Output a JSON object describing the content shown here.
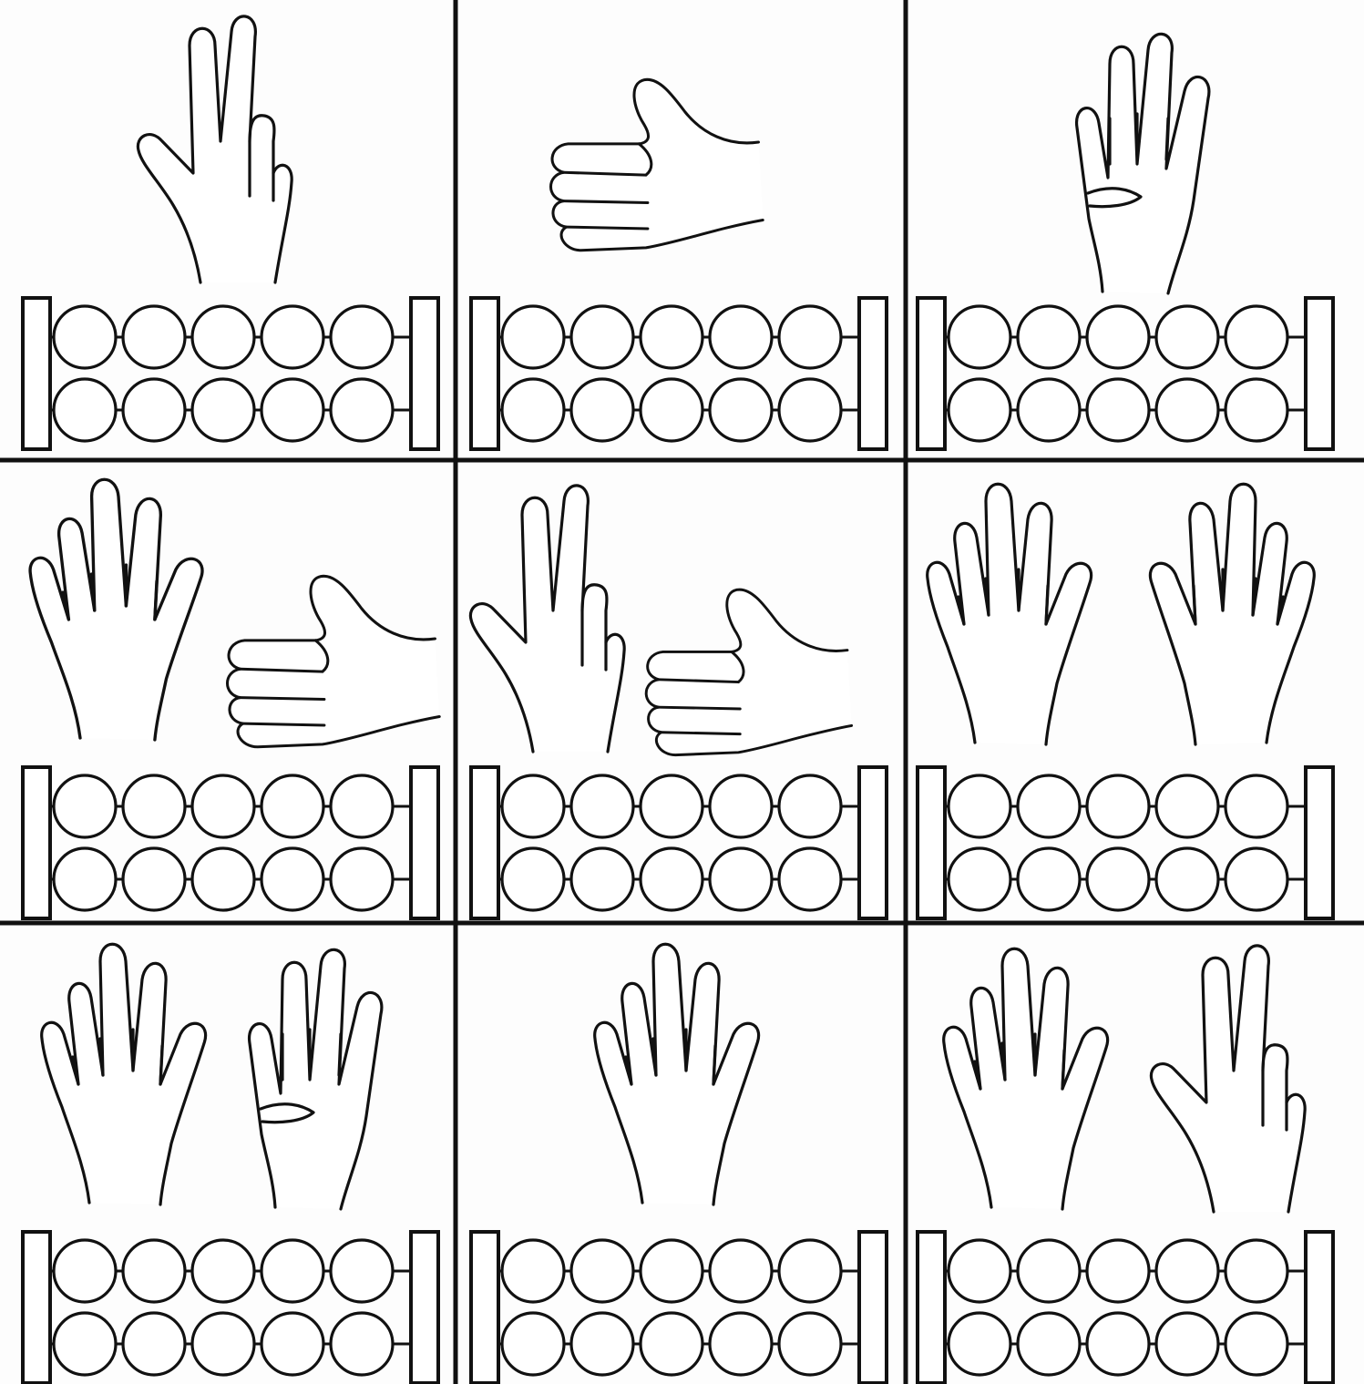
{
  "worksheet": {
    "rows": 3,
    "cols": 3,
    "line_color": "#111111",
    "background": "#ffffff",
    "panels": [
      {
        "hands": [
          "three-fingers"
        ],
        "ten_frame": {
          "rows": 2,
          "beads_per_row": 5
        }
      },
      {
        "hands": [
          "fist-thumb-up"
        ],
        "ten_frame": {
          "rows": 2,
          "beads_per_row": 5
        }
      },
      {
        "hands": [
          "four-fingers"
        ],
        "ten_frame": {
          "rows": 2,
          "beads_per_row": 5
        }
      },
      {
        "hands": [
          "open-hand",
          "fist-thumb-up"
        ],
        "ten_frame": {
          "rows": 2,
          "beads_per_row": 5
        }
      },
      {
        "hands": [
          "three-fingers",
          "fist-thumb-up"
        ],
        "ten_frame": {
          "rows": 2,
          "beads_per_row": 5
        }
      },
      {
        "hands": [
          "open-hand",
          "open-hand-mirrored"
        ],
        "ten_frame": {
          "rows": 2,
          "beads_per_row": 5
        }
      },
      {
        "hands": [
          "open-hand",
          "four-fingers"
        ],
        "ten_frame": {
          "rows": 2,
          "beads_per_row": 5
        }
      },
      {
        "hands": [
          "open-hand"
        ],
        "ten_frame": {
          "rows": 2,
          "beads_per_row": 5
        }
      },
      {
        "hands": [
          "open-hand",
          "three-fingers"
        ],
        "ten_frame": {
          "rows": 2,
          "beads_per_row": 5
        }
      }
    ]
  }
}
